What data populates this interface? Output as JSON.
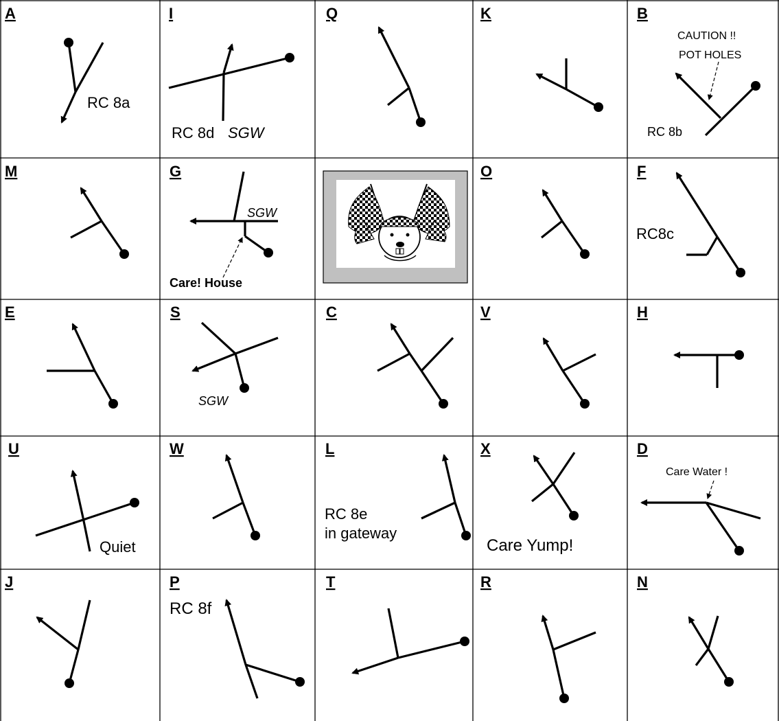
{
  "cells": [
    {
      "letter": "A",
      "notes": [
        "RC 8a"
      ]
    },
    {
      "letter": "I",
      "notes": [
        "RC 8d",
        "SGW"
      ]
    },
    {
      "letter": "Q",
      "notes": []
    },
    {
      "letter": "K",
      "notes": []
    },
    {
      "letter": "B",
      "notes": [
        "CAUTION !!",
        "POT HOLES",
        "RC 8b"
      ]
    },
    {
      "letter": "M",
      "notes": []
    },
    {
      "letter": "G",
      "notes": [
        "SGW",
        "Care! House"
      ]
    },
    {
      "letter": "",
      "notes": []
    },
    {
      "letter": "O",
      "notes": []
    },
    {
      "letter": "F",
      "notes": [
        "RC8c"
      ]
    },
    {
      "letter": "E",
      "notes": []
    },
    {
      "letter": "S",
      "notes": [
        "SGW"
      ]
    },
    {
      "letter": "C",
      "notes": []
    },
    {
      "letter": "V",
      "notes": []
    },
    {
      "letter": "H",
      "notes": []
    },
    {
      "letter": "U",
      "notes": [
        "Quiet"
      ]
    },
    {
      "letter": "W",
      "notes": []
    },
    {
      "letter": "L",
      "notes": [
        "RC 8e",
        "in gateway"
      ]
    },
    {
      "letter": "X",
      "notes": [
        "Care Yump!"
      ]
    },
    {
      "letter": "D",
      "notes": [
        "Care Water !"
      ]
    },
    {
      "letter": "J",
      "notes": []
    },
    {
      "letter": "P",
      "notes": [
        "RC 8f"
      ]
    },
    {
      "letter": "T",
      "notes": []
    },
    {
      "letter": "R",
      "notes": []
    },
    {
      "letter": "N",
      "notes": []
    }
  ],
  "logo": {
    "icon": "checkered-flags-beaver-logo"
  }
}
